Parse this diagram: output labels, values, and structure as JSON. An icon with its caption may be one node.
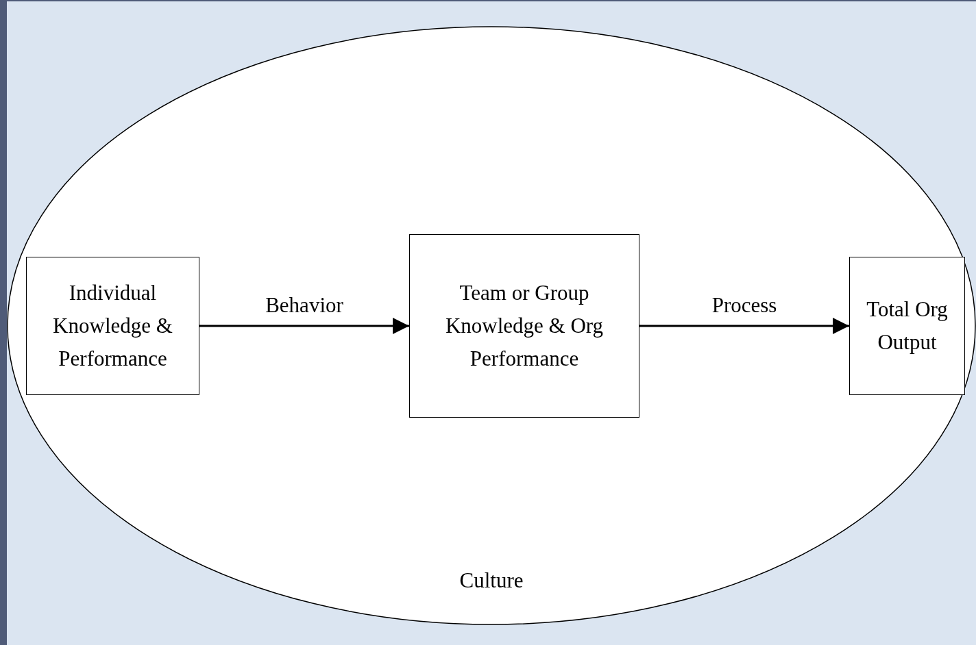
{
  "diagram": {
    "nodes": [
      {
        "text": [
          "Culture"
        ]
      },
      {
        "text": [
          "Individual Knowledge & Performance"
        ],
        "in": 0
      },
      {
        "text": [
          "Team or Group Knowledge & Org Performance"
        ],
        "in": 0
      },
      {
        "text": [
          "Total Org Output"
        ],
        "in": 0
      }
    ],
    "edges": [
      {
        "from": 1,
        "to": 2,
        "arrow": "to",
        "label": "Behavior"
      },
      {
        "from": 2,
        "to": 3,
        "arrow": "to",
        "label": "Process"
      }
    ]
  }
}
